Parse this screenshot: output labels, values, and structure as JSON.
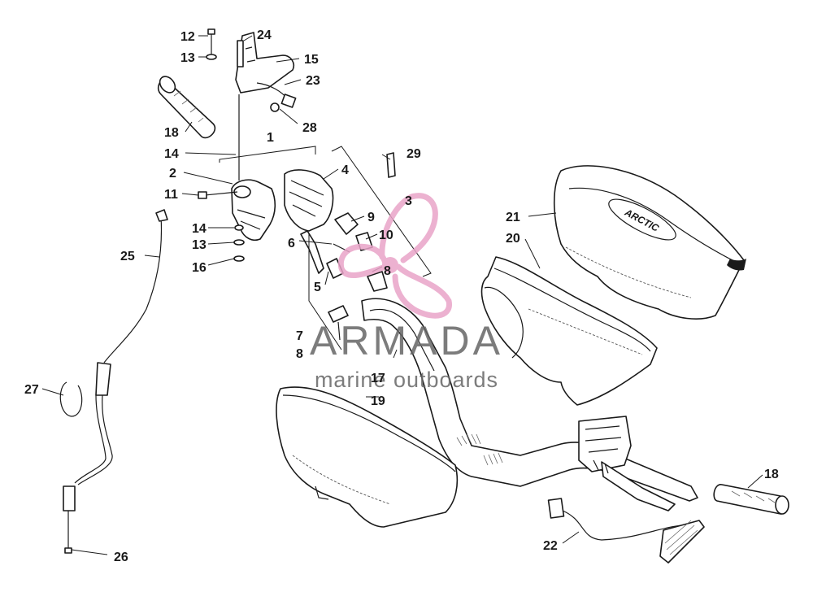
{
  "watermark": {
    "title": "ARMADA",
    "subtitle": "marine outboards",
    "logo_color": "#e9a4c8",
    "text_color": "#666666"
  },
  "cover_logo_text": "ARCTIC",
  "callouts": {
    "c1": "1",
    "c2": "2",
    "c3": "3",
    "c4": "4",
    "c5": "5",
    "c6": "6",
    "c7": "7",
    "c8a": "8",
    "c8b": "8",
    "c9": "9",
    "c10": "10",
    "c11": "11",
    "c12": "12",
    "c13a": "13",
    "c13b": "13",
    "c14a": "14",
    "c14b": "14",
    "c15": "15",
    "c16": "16",
    "c17": "17",
    "c18a": "18",
    "c18b": "18",
    "c19": "19",
    "c20": "20",
    "c21": "21",
    "c22": "22",
    "c23": "23",
    "c24": "24",
    "c25": "25",
    "c26": "26",
    "c27": "27",
    "c28": "28",
    "c29": "29"
  }
}
